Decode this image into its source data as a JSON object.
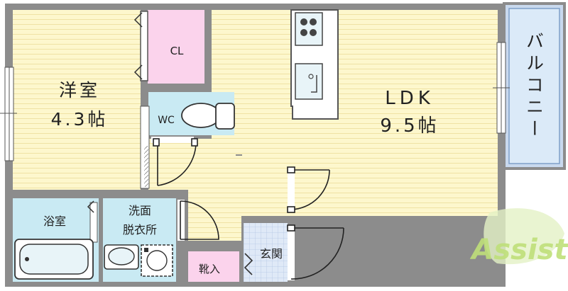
{
  "rooms": {
    "western": {
      "name": "洋室",
      "size": "4.3帖"
    },
    "closet": {
      "name": "CL"
    },
    "toilet": {
      "name": "WC"
    },
    "ldk": {
      "name": "LDK",
      "size": "9.5帖"
    },
    "balcony": {
      "name": "バルコニー"
    },
    "bath": {
      "name": "浴室"
    },
    "washroom": {
      "line1": "洗面",
      "line2": "脱衣所"
    },
    "shoebox": {
      "name": "靴入"
    },
    "entrance": {
      "name": "玄関"
    }
  },
  "logo": {
    "text": "Assist"
  },
  "colors": {
    "floor_wood": "#fdf7cd",
    "closet_pink": "#fbd3ec",
    "wet_area_blue": "#c9eaf3",
    "balcony_blue": "#dbeaf8",
    "wall_gray": "#8c8c8c",
    "logo_green": "#bfe07a"
  }
}
